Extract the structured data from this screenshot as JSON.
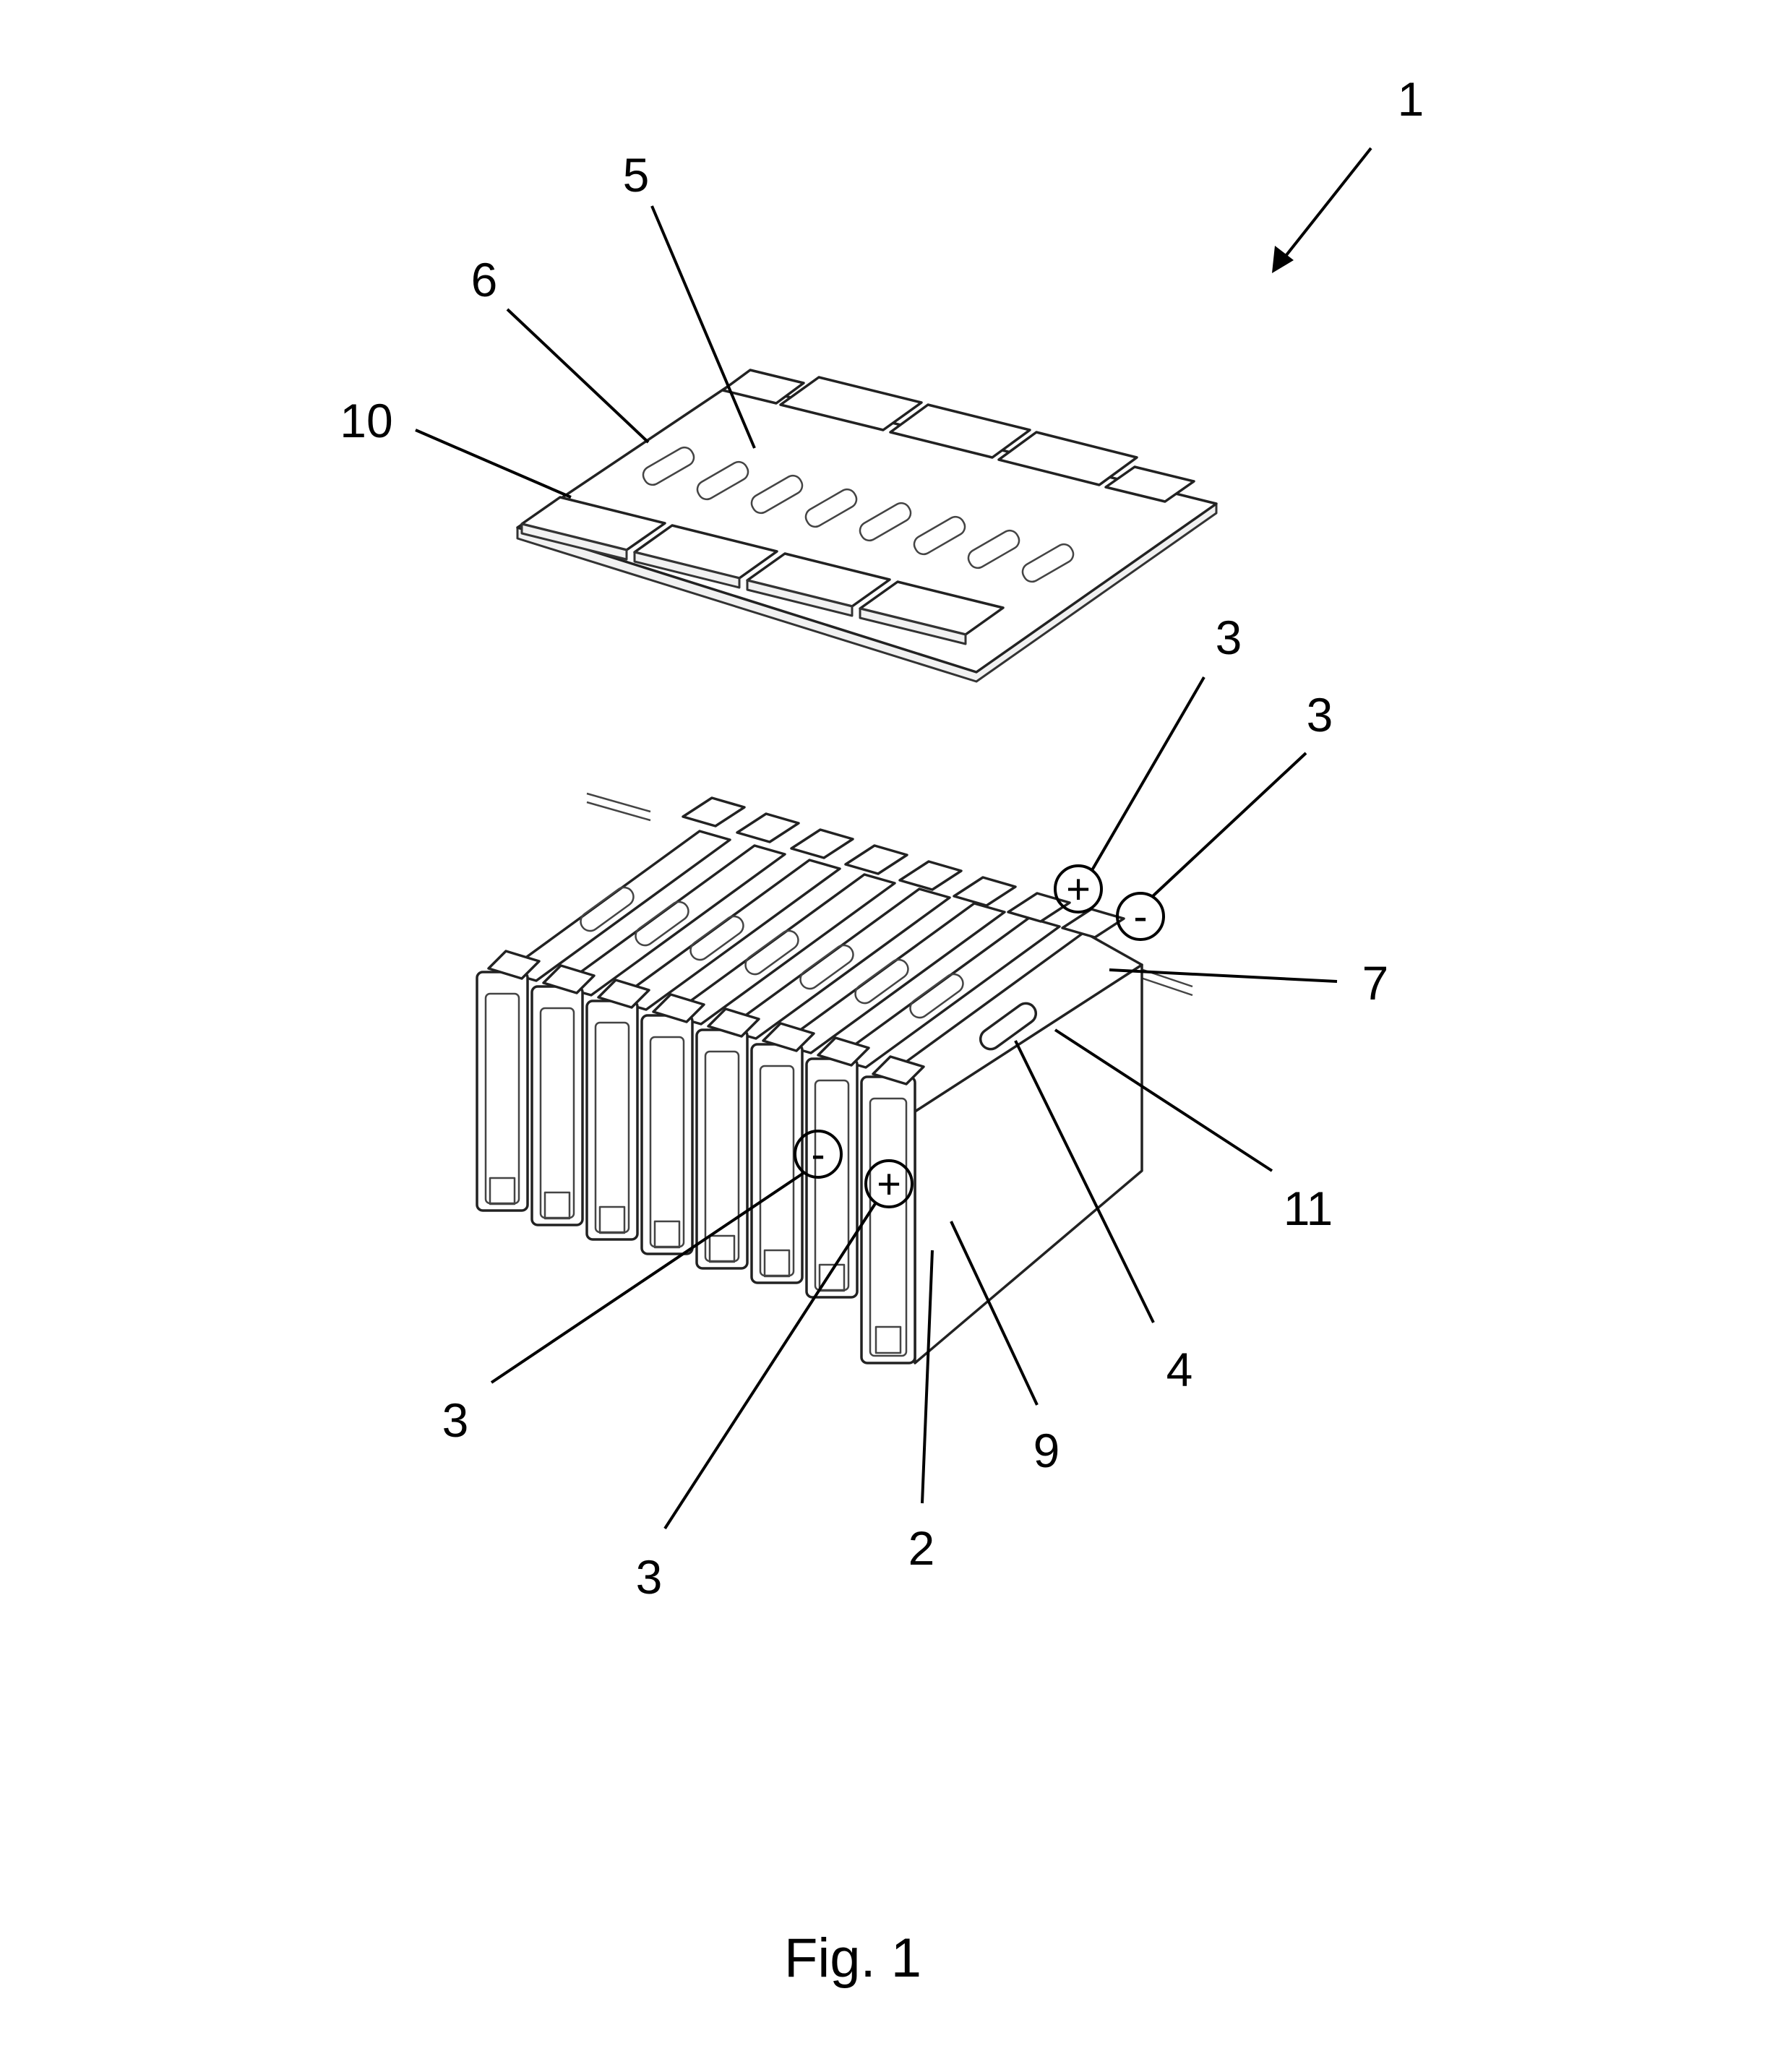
{
  "figure": {
    "caption": "Fig. 1",
    "reference_numerals": {
      "assembly": "1",
      "cell_face": "2",
      "terminal_plus_top": "3",
      "terminal_minus_top": "3",
      "terminal_minus_front": "3",
      "terminal_plus_front": "3",
      "vent": "4",
      "cover_plate": "5",
      "vent_opening": "6",
      "busbar": "7",
      "cell_side": "9",
      "cover_pad": "10",
      "top_edge": "11"
    },
    "terminal_signs": {
      "plus": "+",
      "minus": "-"
    }
  }
}
